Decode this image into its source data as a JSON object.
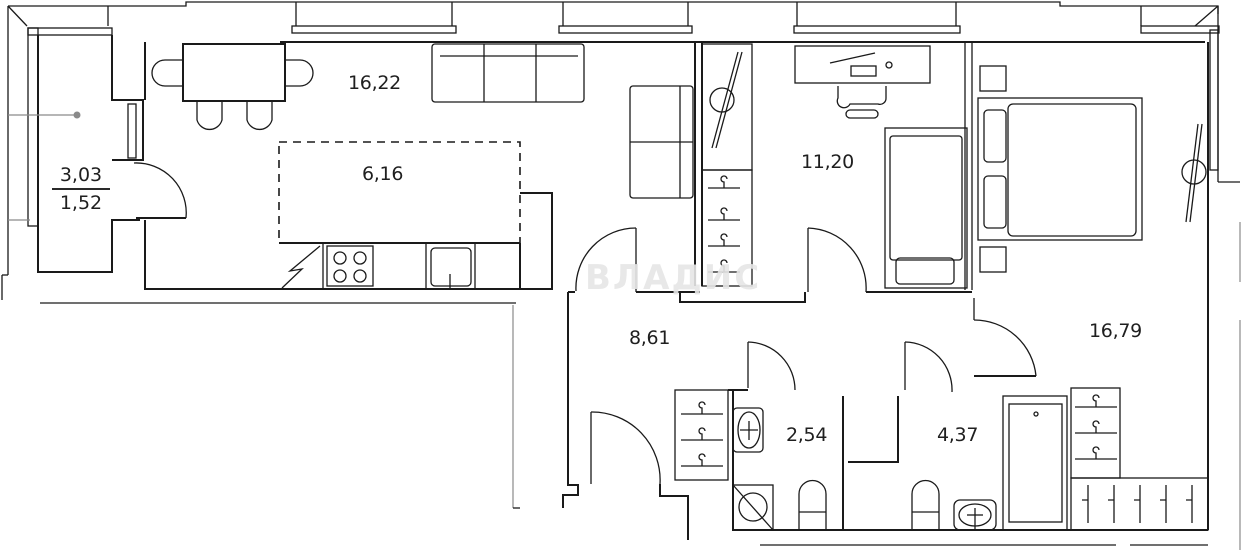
{
  "plan": {
    "type": "apartment-floor-plan",
    "watermark": "ВЛАДИС",
    "balcony": {
      "area_total": "3,03",
      "area_reduced": "1,52"
    },
    "rooms": [
      {
        "id": "living-dining",
        "area": "16,22"
      },
      {
        "id": "kitchen-zone",
        "area": "6,16"
      },
      {
        "id": "bedroom-small",
        "area": "11,20"
      },
      {
        "id": "hallway",
        "area": "8,61"
      },
      {
        "id": "bathroom-small",
        "area": "2,54"
      },
      {
        "id": "bathroom-large",
        "area": "4,37"
      },
      {
        "id": "bedroom-master",
        "area": "16,79"
      }
    ]
  }
}
